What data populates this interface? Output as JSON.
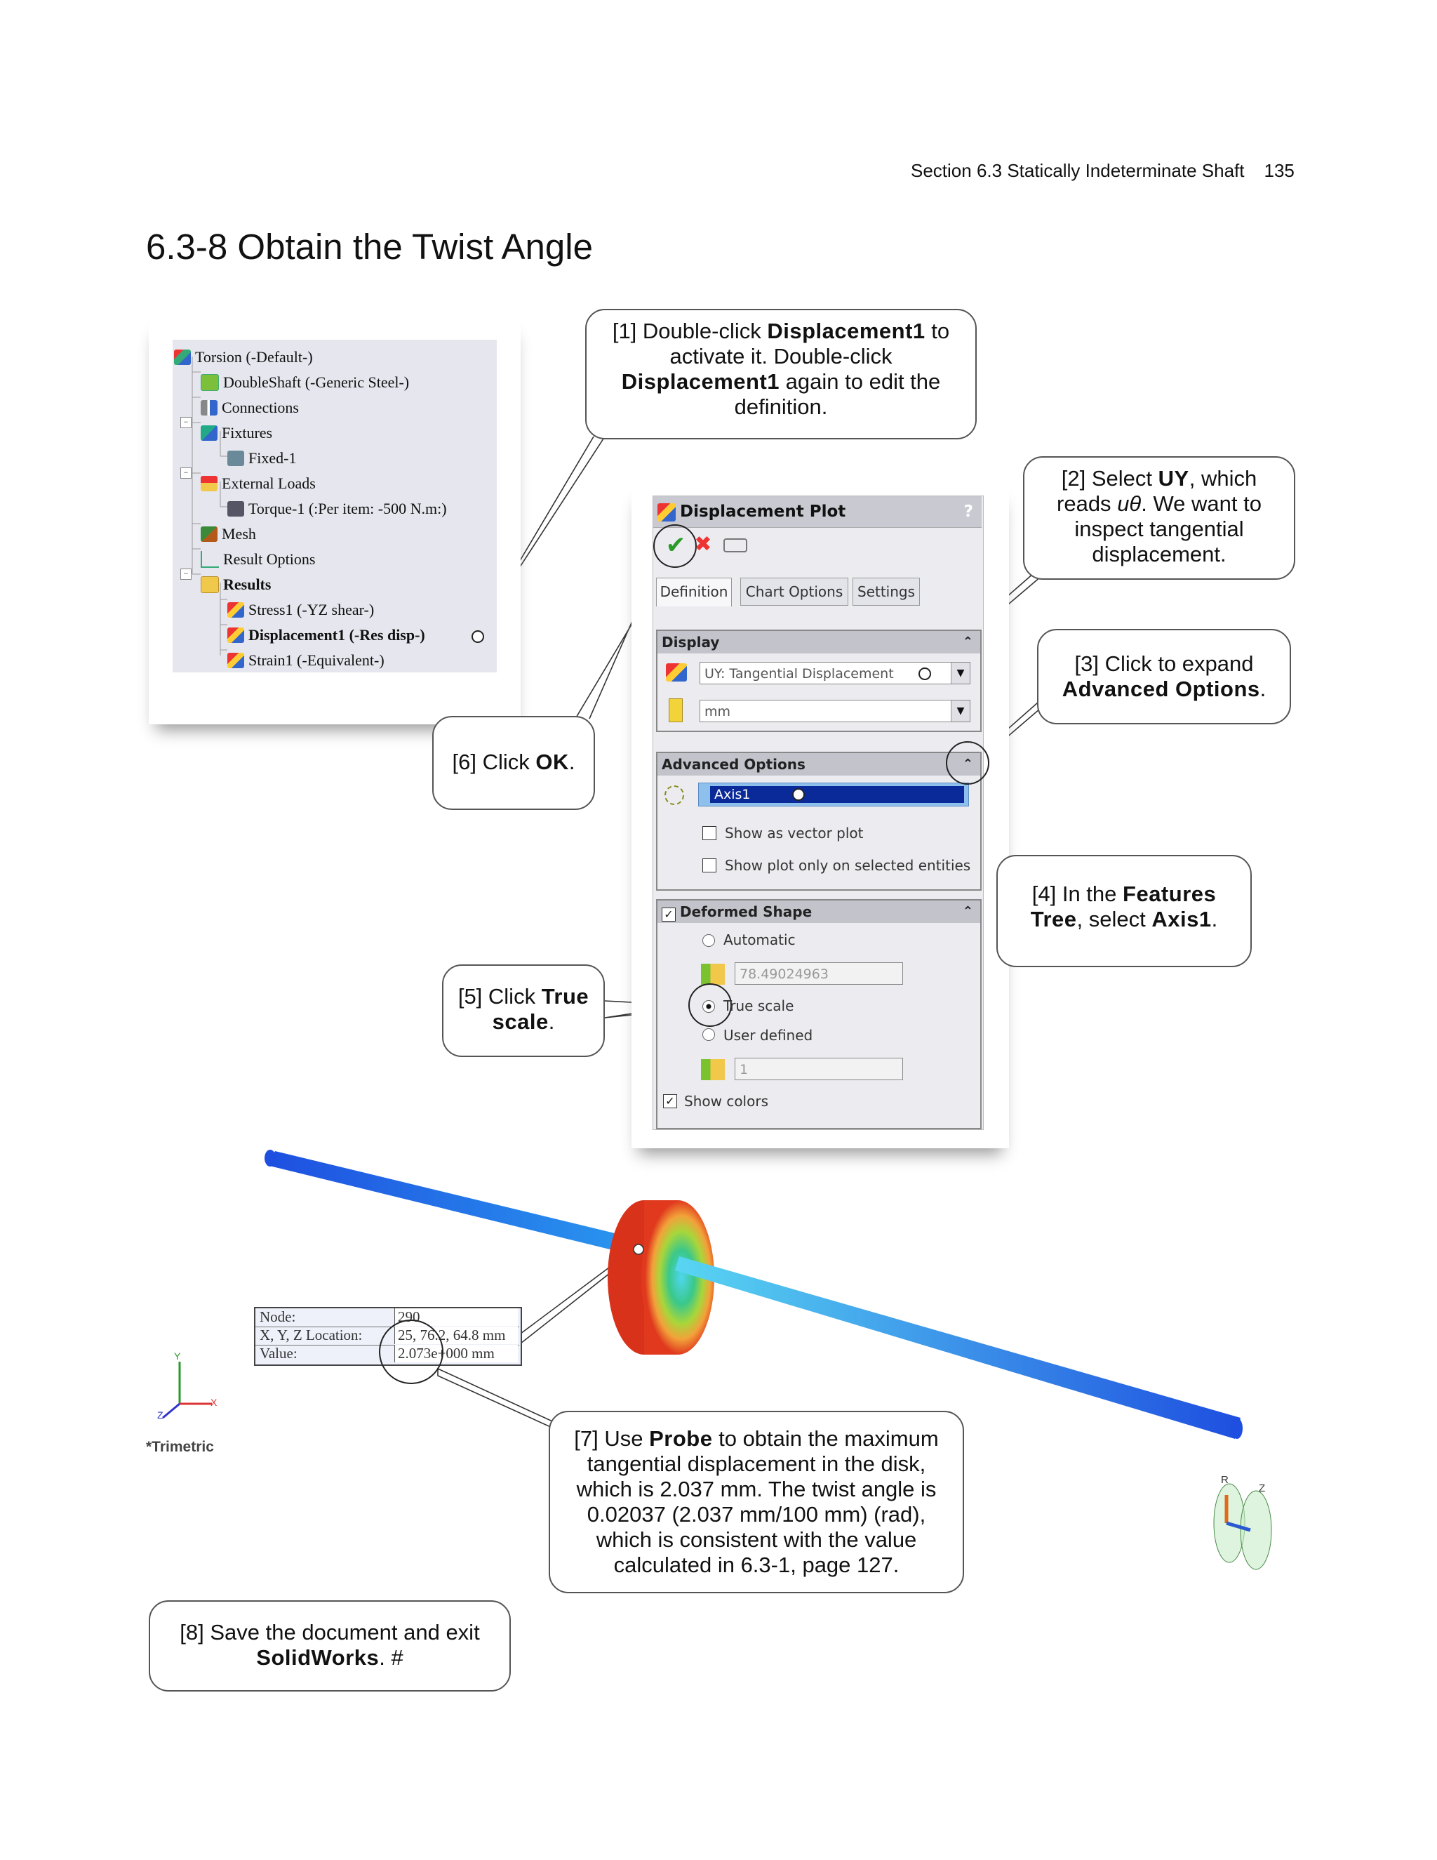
{
  "header": {
    "running_head": "Section 6.3  Statically Indeterminate Shaft",
    "page_number": "135"
  },
  "section_title": "6.3-8  Obtain the Twist Angle",
  "feature_tree": {
    "items": [
      {
        "label": "Torsion (-Default-)",
        "icon": "study-icon",
        "bold": false
      },
      {
        "label": "DoubleShaft (-Generic Steel-)",
        "icon": "part-icon",
        "bold": false
      },
      {
        "label": "Connections",
        "icon": "connections-icon",
        "bold": false
      },
      {
        "label": "Fixtures",
        "icon": "fixtures-icon",
        "bold": false
      },
      {
        "label": "Fixed-1",
        "icon": "fixed-icon",
        "bold": false
      },
      {
        "label": "External Loads",
        "icon": "external-loads-icon",
        "bold": false
      },
      {
        "label": "Torque-1 (:Per item: -500 N.m:)",
        "icon": "torque-icon",
        "bold": false
      },
      {
        "label": "Mesh",
        "icon": "mesh-icon",
        "bold": false
      },
      {
        "label": "Result Options",
        "icon": "result-options-icon",
        "bold": false
      },
      {
        "label": "Results",
        "icon": "results-folder-icon",
        "bold": true
      },
      {
        "label": "Stress1 (-YZ shear-)",
        "icon": "stress-plot-icon",
        "bold": false
      },
      {
        "label": "Displacement1 (-Res disp-)",
        "icon": "displacement-plot-icon",
        "bold": true
      },
      {
        "label": "Strain1 (-Equivalent-)",
        "icon": "strain-plot-icon",
        "bold": false
      }
    ]
  },
  "property_manager": {
    "title": "Displacement Plot",
    "help": "?",
    "tabs": [
      "Definition",
      "Chart Options",
      "Settings"
    ],
    "display": {
      "header": "Display",
      "component_value": "UY: Tangential Displacement",
      "units_value": "mm"
    },
    "advanced": {
      "header": "Advanced Options",
      "axis_value": "Axis1",
      "show_vector": "Show as vector plot",
      "show_selected": "Show plot only on selected entities"
    },
    "deformed": {
      "header": "Deformed Shape",
      "automatic": "Automatic",
      "automatic_value": "78.49024963",
      "true_scale": "True scale",
      "user_defined": "User defined",
      "user_value": "1",
      "show_colors": "Show colors"
    }
  },
  "probe": {
    "rows": [
      {
        "key": "Node:",
        "value": "290"
      },
      {
        "key": "X, Y, Z Location:",
        "value": "25, 76.2, 64.8 mm"
      },
      {
        "key": "Value:",
        "value": "2.073e+000 mm"
      }
    ]
  },
  "view_label": "*Trimetric",
  "triad": {
    "x": "X",
    "y": "Y",
    "z": "Z"
  },
  "cyl_axes": {
    "r": "R",
    "z": "Z"
  },
  "callouts": {
    "c1": {
      "pre": "[1] Double-click ",
      "b1": "Displacement1",
      "mid": " to activate it.  Double-click ",
      "b2": "Displacement1",
      "post": " again to edit the definition."
    },
    "c2": {
      "pre": "[2] Select ",
      "b1": "UY",
      "mid": ", which reads ",
      "sym": "uθ",
      "post": ". We want to inspect tangential displacement."
    },
    "c3": {
      "pre": "[3] Click to expand ",
      "b1": "Advanced Options",
      "post": "."
    },
    "c4": {
      "pre": "[4] In the ",
      "b1": "Features Tree",
      "mid": ", select ",
      "b2": "Axis1",
      "post": "."
    },
    "c5": {
      "pre": "[5] Click ",
      "b1": "True scale",
      "post": "."
    },
    "c6": {
      "pre": "[6] Click ",
      "b1": "OK",
      "post": "."
    },
    "c7": {
      "pre": "[7] Use ",
      "b1": "Probe",
      "post": " to obtain the maximum tangential displacement in the disk, which is 2.037 mm. The twist angle is 0.02037 (2.037 mm/100 mm) (rad), which is consistent with the value calculated in 6.3-1, page 127."
    },
    "c8": {
      "pre": "[8] Save the document and exit ",
      "b1": "SolidWorks",
      "post": ". #"
    }
  },
  "colors": {
    "shaft_left": "#1e4fe0",
    "shaft_right": "#59d6f2",
    "disk_outer": "#e0391e",
    "callout_border": "#555555"
  }
}
